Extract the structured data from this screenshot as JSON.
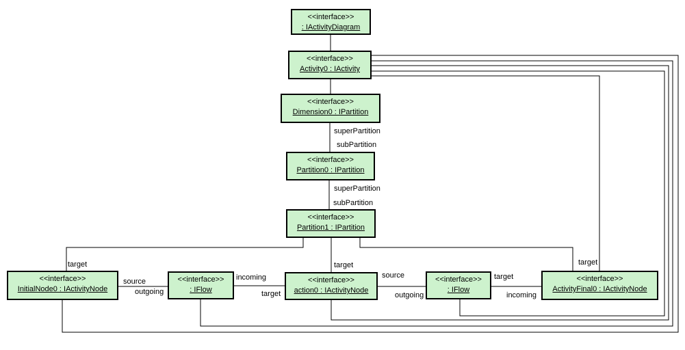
{
  "colors": {
    "node_fill": "#cdf2cd",
    "node_border": "#000000",
    "connector": "#000000",
    "background": "#ffffff"
  },
  "nodes": {
    "iactivitydiagram": {
      "stereotype": "<<interface>>",
      "name": ": IActivityDiagram"
    },
    "activity0": {
      "stereotype": "<<interface>>",
      "name": "Activity0 : IActivity"
    },
    "dimension0": {
      "stereotype": "<<interface>>",
      "name": "Dimension0 : IPartition"
    },
    "partition0": {
      "stereotype": "<<interface>>",
      "name": "Partition0 : IPartition"
    },
    "partition1": {
      "stereotype": "<<interface>>",
      "name": "Partition1 : IPartition"
    },
    "initialnode0": {
      "stereotype": "<<interface>>",
      "name": "InitialNode0 : IActivityNode"
    },
    "iflow0": {
      "stereotype": "<<interface>>",
      "name": ": IFlow"
    },
    "action0": {
      "stereotype": "<<interface>>",
      "name": "action0 : IActivityNode"
    },
    "iflow1": {
      "stereotype": "<<interface>>",
      "name": ": IFlow"
    },
    "activityfinal0": {
      "stereotype": "<<interface>>",
      "name": "ActivityFinal0 : IActivityNode"
    }
  },
  "edge_labels": {
    "dimension0_partition0": {
      "super": "superPartition",
      "sub": "subPartition"
    },
    "partition0_partition1": {
      "super": "superPartition",
      "sub": "subPartition"
    },
    "partition1_initialnode0": {
      "target": "target"
    },
    "partition1_action0": {
      "target": "target"
    },
    "partition1_activityfinal0": {
      "target": "target"
    },
    "initialnode0_iflow0": {
      "source": "source",
      "outgoing": "outgoing"
    },
    "iflow0_action0": {
      "incoming": "incoming",
      "target": "target"
    },
    "action0_iflow1": {
      "source": "source",
      "outgoing": "outgoing"
    },
    "iflow1_activityfinal0": {
      "target": "target",
      "incoming": "incoming"
    }
  }
}
